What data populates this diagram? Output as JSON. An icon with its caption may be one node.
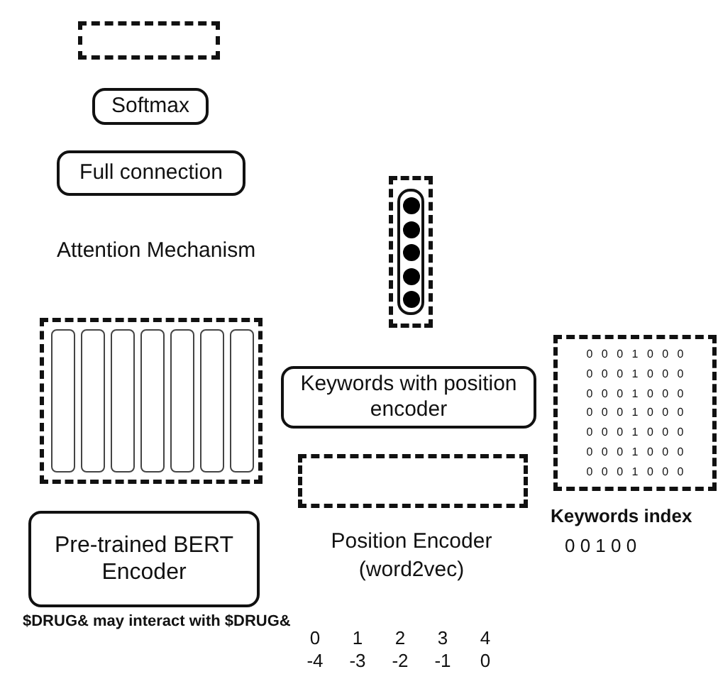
{
  "diagram": {
    "nodes": [
      {
        "text": [],
        "shape": "box"
      },
      {
        "text": [
          "Softmax"
        ]
      },
      {
        "text": [
          "Full connection"
        ]
      },
      {
        "text": [],
        "shape": "box"
      },
      {
        "text": [],
        "shape": "bar",
        "in": 3
      },
      {
        "text": [],
        "shape": "bar",
        "in": 3
      },
      {
        "text": [],
        "shape": "bar",
        "in": 3
      },
      {
        "text": [],
        "shape": "bar",
        "in": 3
      },
      {
        "text": [],
        "shape": "bar",
        "in": 3
      },
      {
        "text": [],
        "shape": "bar",
        "in": 3
      },
      {
        "text": [],
        "shape": "bar",
        "in": 3
      },
      {
        "text": [],
        "shape": "box"
      },
      {
        "text": [],
        "shape": "bar",
        "in": 11
      },
      {
        "text": [],
        "shape": "circle",
        "in": 12
      },
      {
        "text": [],
        "shape": "circle",
        "in": 12
      },
      {
        "text": [],
        "shape": "circle",
        "in": 12
      },
      {
        "text": [],
        "shape": "circle",
        "in": 12
      },
      {
        "text": [],
        "shape": "circle",
        "in": 12
      },
      {
        "text": [
          "Keywords with position encoder"
        ]
      },
      {
        "text": [],
        "shape": "box"
      },
      {
        "text": [
          "Pre-trained BERT Encoder"
        ]
      },
      {
        "text": [
          "0 0 0 1 0 0 0",
          "0 0 0 1 0 0 0",
          "0 0 0 1 0 0 0",
          "0 0 0 1 0 0 0",
          "0 0 0 1 0 0 0",
          "0 0 0 1 0 0 0",
          "0 0 0 1 0 0 0"
        ]
      }
    ],
    "labels": [
      "Attention Mechanism",
      "Keywords index",
      "0 0 1 0 0",
      "Position Encoder (word2vec)",
      "$DRUG& may interact with $DRUG&",
      "0",
      "1",
      "2",
      "3",
      "4",
      "-4",
      "-3",
      "-2",
      "-1",
      "0"
    ]
  }
}
